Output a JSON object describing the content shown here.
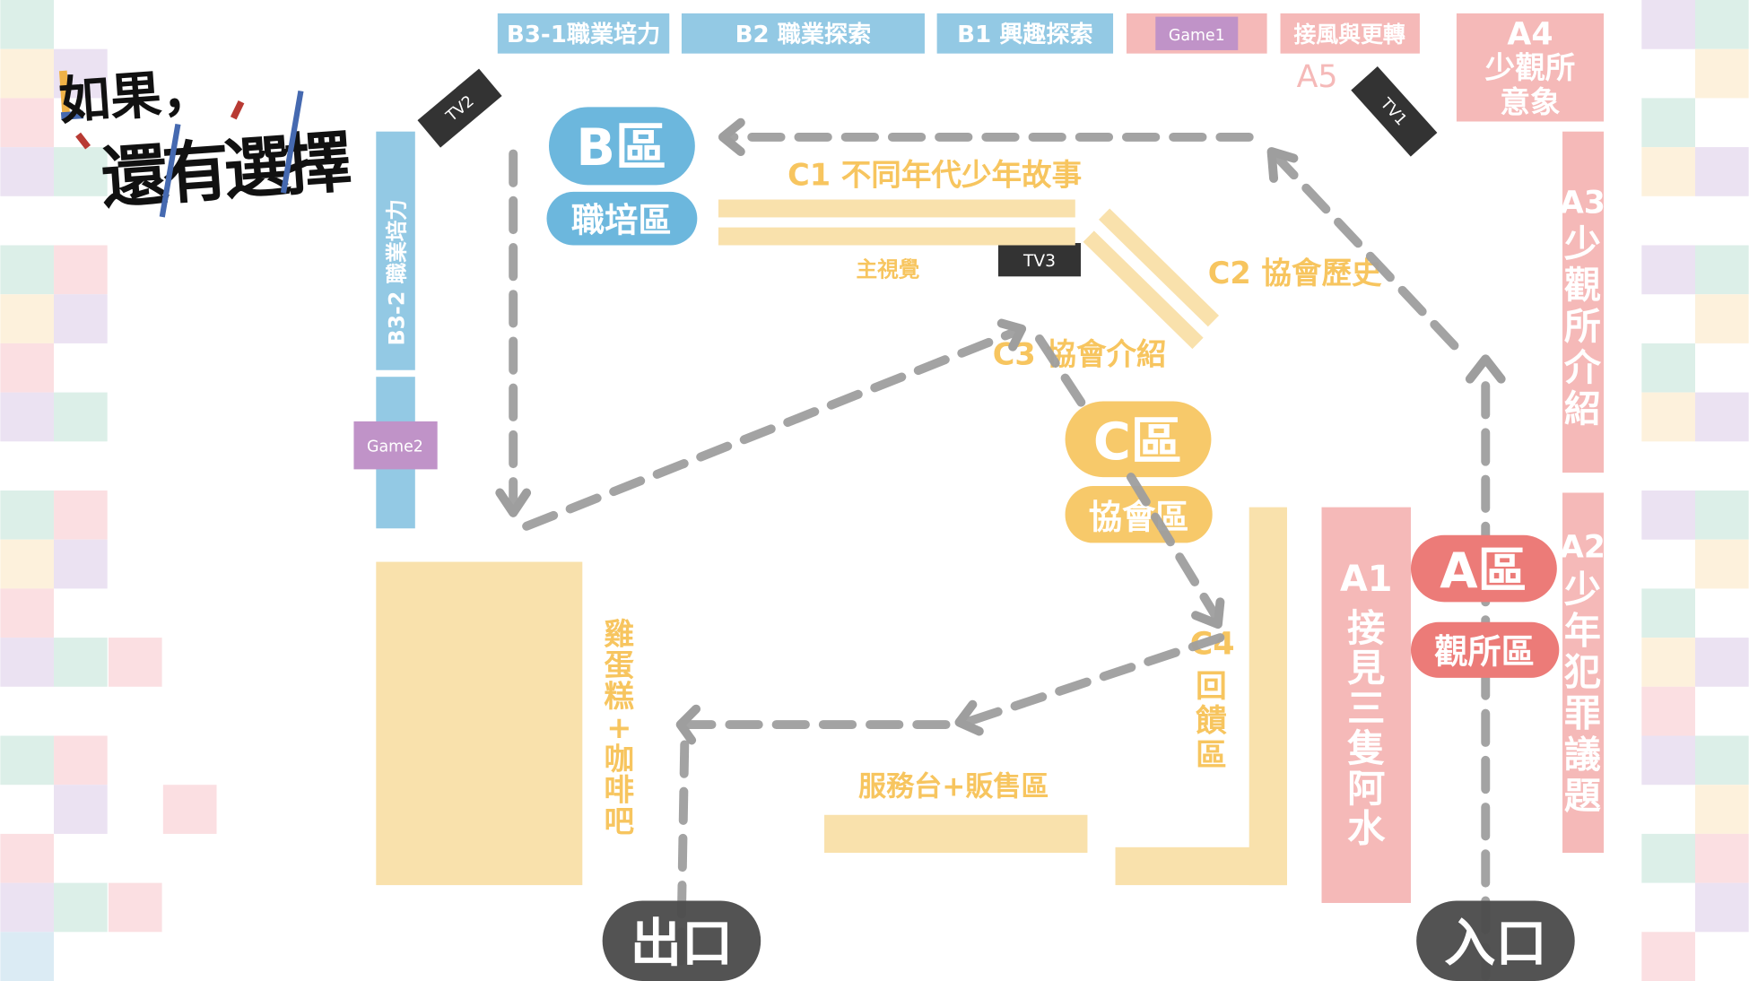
{
  "title": {
    "line1": "如果，",
    "line2": "還有選擇"
  },
  "colors": {
    "blue": "#93c9e4",
    "blue_pill": "#6cb7dd",
    "pink": "#f5b9b8",
    "red_pill": "#ec7b78",
    "yellow": "#f9e1ac",
    "yellow_pill": "#f7c96a",
    "purple": "#c093c8",
    "dark": "#4d4d4d",
    "arrow": "#9e9e9e"
  },
  "top_bar": {
    "b3_1": "B3-1職業培力",
    "b2": "B2 職業探索",
    "b1": "B1 興趣探索",
    "game1": "Game1",
    "a5_sign": "接風與更轉",
    "a5": "A5"
  },
  "a4": {
    "code": "A4",
    "line1": "少觀所",
    "line2": "意象"
  },
  "tv": {
    "tv1": "TV1",
    "tv2": "TV2",
    "tv3": "TV3"
  },
  "b_zone": {
    "label": "B區",
    "sub": "職培區",
    "b3_2": "B3-2 職業培力",
    "game2": "Game2"
  },
  "c_zone": {
    "label": "C區",
    "sub": "協會區",
    "c1": "C1 不同年代少年故事",
    "main_visual": "主視覺",
    "c2": "C2 協會歷史",
    "c3": "C3 協會介紹",
    "c4": "C4",
    "c4_sub": [
      "回",
      "饋",
      "區"
    ]
  },
  "cafe": [
    "雞",
    "蛋",
    "糕",
    "+",
    "咖",
    "啡",
    "吧"
  ],
  "service": "服務台+販售區",
  "a_zone": {
    "label": "A區",
    "sub": "觀所區",
    "a1_code": "A1",
    "a1": [
      "接",
      "見",
      "三",
      "隻",
      "阿",
      "水"
    ],
    "a2_code": "A2",
    "a2": [
      "少",
      "年",
      "犯",
      "罪",
      "議",
      "題"
    ],
    "a3_code": "A3",
    "a3": [
      "少",
      "觀",
      "所",
      "介",
      "紹"
    ]
  },
  "exit": "出口",
  "entrance": "入口"
}
